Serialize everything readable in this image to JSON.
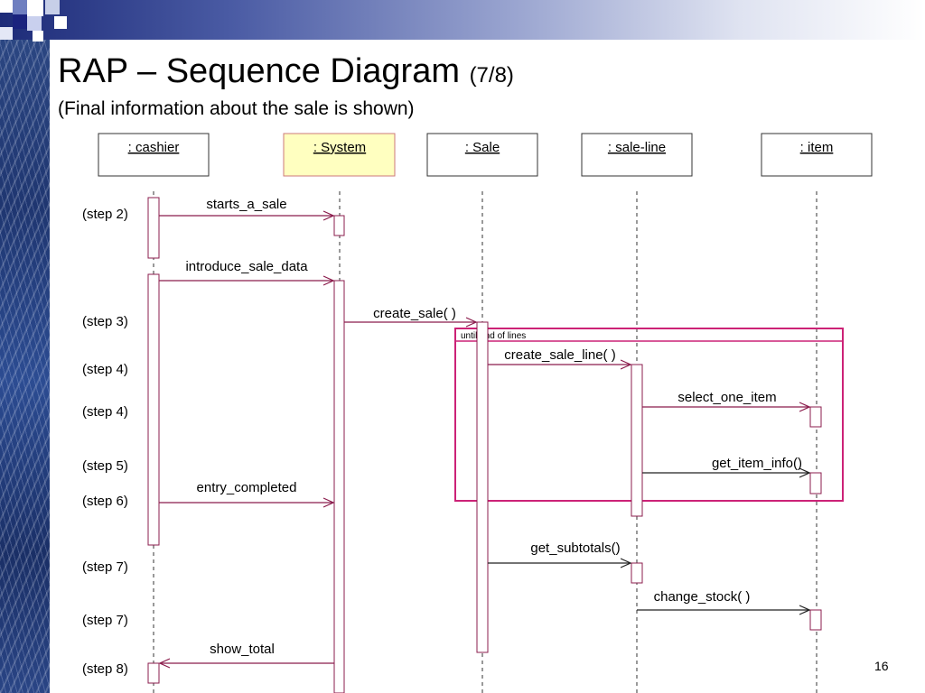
{
  "slide": {
    "title": "RAP – Sequence Diagram",
    "title_suffix": "(7/8)",
    "subtitle": "(Final information about the sale is shown)",
    "page_number": "16"
  },
  "colors": {
    "message_line": "#8b1c4c",
    "loop_frame": "#cc2277",
    "highlight_fill": "#ffffc0",
    "highlight_border": "#cc7a7a"
  },
  "diagram": {
    "lifelines": [
      {
        "id": "cashier",
        "label": ": cashier",
        "highlighted": false
      },
      {
        "id": "system",
        "label": ": System",
        "highlighted": true
      },
      {
        "id": "sale",
        "label": ": Sale",
        "highlighted": false
      },
      {
        "id": "sale-line",
        "label": ": sale-line",
        "highlighted": false
      },
      {
        "id": "item",
        "label": ": item",
        "highlighted": false
      }
    ],
    "steps": [
      "(step 2)",
      "(step 3)",
      "(step 4)",
      "(step 4)",
      "(step 5)",
      "(step 6)",
      "(step 7)",
      "(step 7)",
      "(step 8)"
    ],
    "messages": [
      {
        "from": "cashier",
        "to": "system",
        "label": "starts_a_sale"
      },
      {
        "from": "cashier",
        "to": "system",
        "label": "introduce_sale_data"
      },
      {
        "from": "system",
        "to": "sale",
        "label": "create_sale( )"
      },
      {
        "from": "sale",
        "to": "sale-line",
        "label": "create_sale_line( )"
      },
      {
        "from": "sale-line",
        "to": "item",
        "label": "select_one_item"
      },
      {
        "from": "sale-line",
        "to": "item",
        "label": "get_item_info()"
      },
      {
        "from": "cashier",
        "to": "system",
        "label": "entry_completed"
      },
      {
        "from": "sale",
        "to": "sale-line",
        "label": "get_subtotals()"
      },
      {
        "from": "sale-line",
        "to": "item",
        "label": "change_stock( )"
      },
      {
        "from": "system",
        "to": "cashier",
        "label": "show_total"
      }
    ],
    "loop_label": "until end of lines"
  }
}
